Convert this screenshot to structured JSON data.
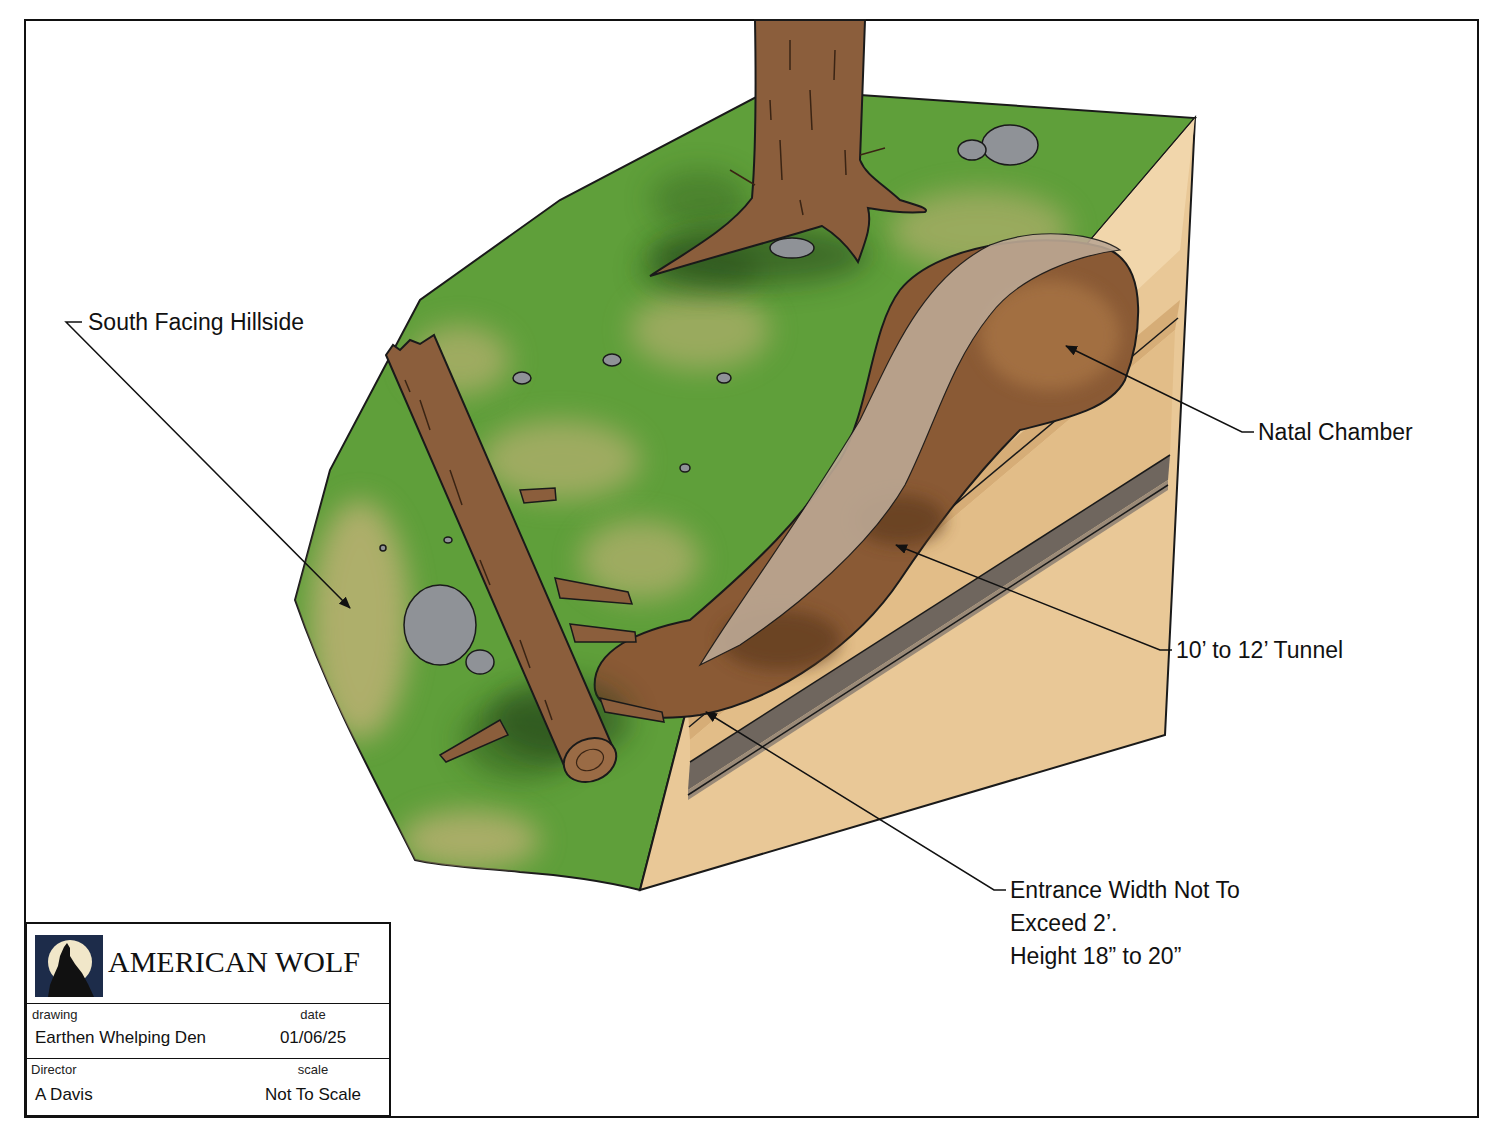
{
  "diagram": {
    "nodes": [
      {
        "text": [
          "AMERICAN WOLF"
        ]
      },
      {
        "text": [
          "drawing",
          "Earthen Whelping Den"
        ],
        "in": 0
      },
      {
        "text": [
          "date",
          "01/06/25"
        ],
        "in": 0
      },
      {
        "text": [
          "Director",
          "A Davis"
        ],
        "in": 0
      },
      {
        "text": [
          "scale",
          "Not To Scale"
        ],
        "in": 0
      }
    ],
    "edges": [],
    "labels": [
      "South Facing Hillside",
      "Natal Chamber",
      "10’ to 12’ Tunnel",
      "Entrance Width Not To Exceed 2’.",
      "Height 18” to 20”"
    ]
  }
}
